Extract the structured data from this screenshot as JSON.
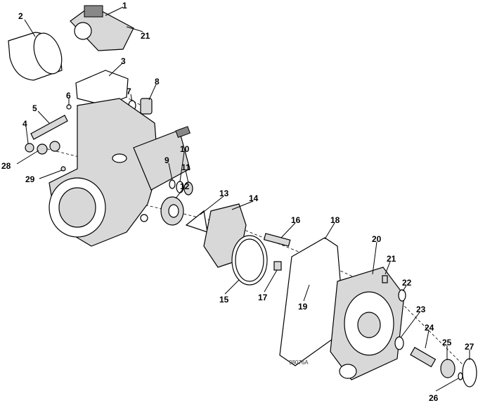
{
  "diagram": {
    "figure_id": "98076A",
    "callouts": [
      "1",
      "2",
      "21",
      "3",
      "8",
      "7",
      "6",
      "5",
      "4",
      "28",
      "29",
      "10",
      "9",
      "11",
      "12",
      "13",
      "14",
      "16",
      "18",
      "20",
      "21",
      "22",
      "23",
      "19",
      "15",
      "17",
      "24",
      "25",
      "27",
      "26"
    ]
  }
}
